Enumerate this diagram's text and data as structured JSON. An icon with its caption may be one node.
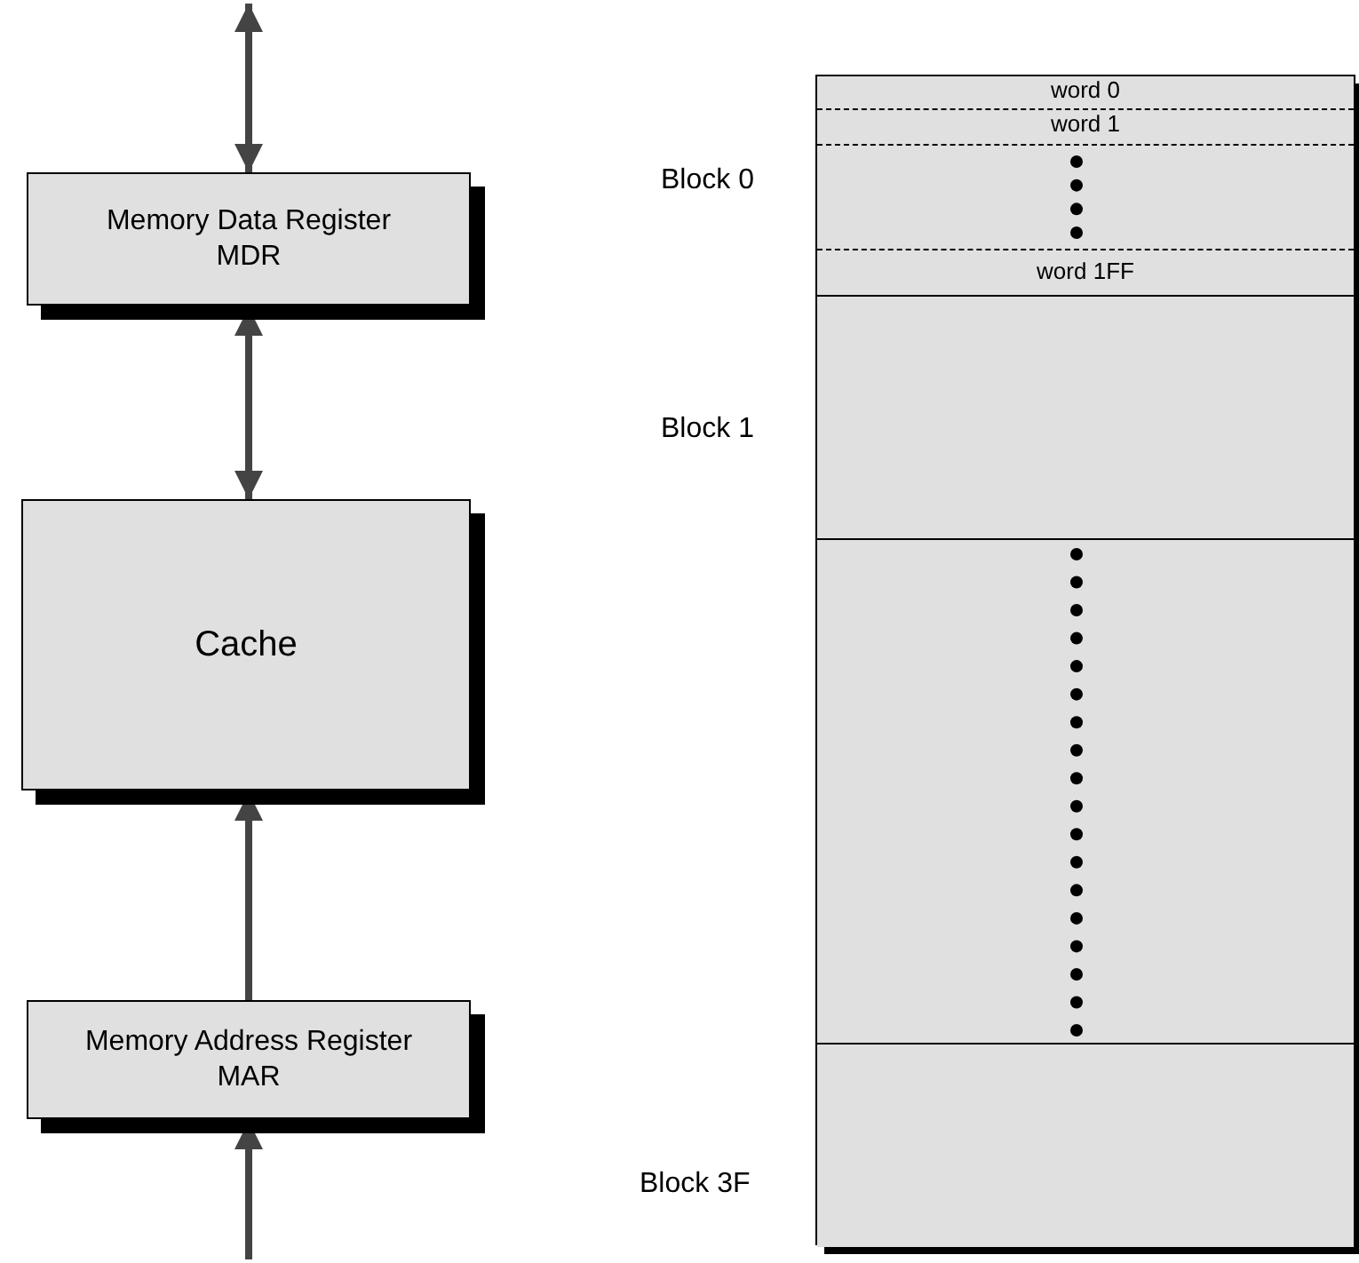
{
  "diagram": {
    "nodes": [
      {
        "text": [
          "Memory Data Register",
          "MDR"
        ]
      },
      {
        "text": [
          "Cache"
        ]
      },
      {
        "text": [
          "Memory Address Register",
          "MAR"
        ]
      },
      {
        "text": [],
        "shape": "box"
      },
      {
        "text": [],
        "shape": "box",
        "in": 3,
        "beside": [
          "Block 0"
        ]
      },
      {
        "text": [
          "word 0"
        ],
        "in": 4
      },
      {
        "text": [
          "word 1"
        ],
        "in": 4
      },
      {
        "text": [
          "word 1FF"
        ],
        "in": 4
      },
      {
        "text": [],
        "shape": "box",
        "in": 3,
        "beside": [
          "Block 1"
        ]
      },
      {
        "text": [],
        "shape": "box",
        "in": 3
      },
      {
        "text": [],
        "shape": "box",
        "in": 3,
        "beside": [
          "Block 3F"
        ]
      }
    ],
    "edges": [
      {
        "from": null,
        "to": 0,
        "arrow": "both"
      },
      {
        "from": 0,
        "to": 1,
        "arrow": "both"
      },
      {
        "from": 2,
        "to": 1,
        "arrow": "to"
      },
      {
        "from": null,
        "to": 2,
        "arrow": "to"
      }
    ]
  }
}
